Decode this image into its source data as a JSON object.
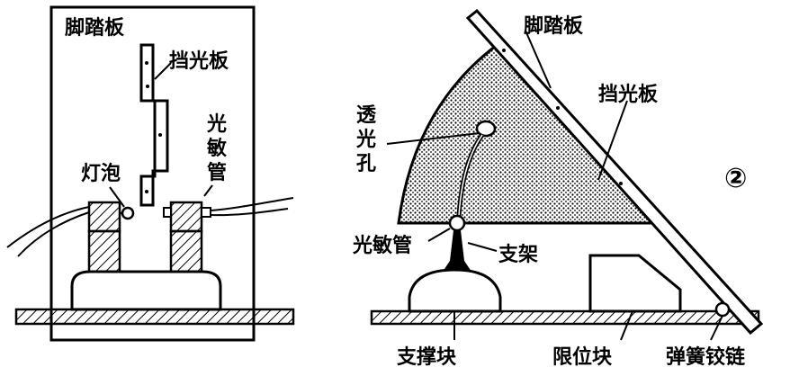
{
  "left_figure": {
    "pedal_label": "脚踏板",
    "shutter_label": "挡光板",
    "photo_label_lines": [
      "光",
      "敏",
      "管"
    ],
    "bulb_label": "灯泡"
  },
  "right_figure": {
    "pedal_label": "脚踏板",
    "shutter_label": "挡光板",
    "hole_label_lines": [
      "透",
      "光",
      "孔"
    ],
    "photo_label": "光敏管",
    "bracket_label": "支架",
    "support_label": "支撑块",
    "limit_label": "限位块",
    "hinge_label": "弹簧铰链",
    "figure_number": "②"
  },
  "colors": {
    "ink": "#000000",
    "paper": "#ffffff"
  }
}
